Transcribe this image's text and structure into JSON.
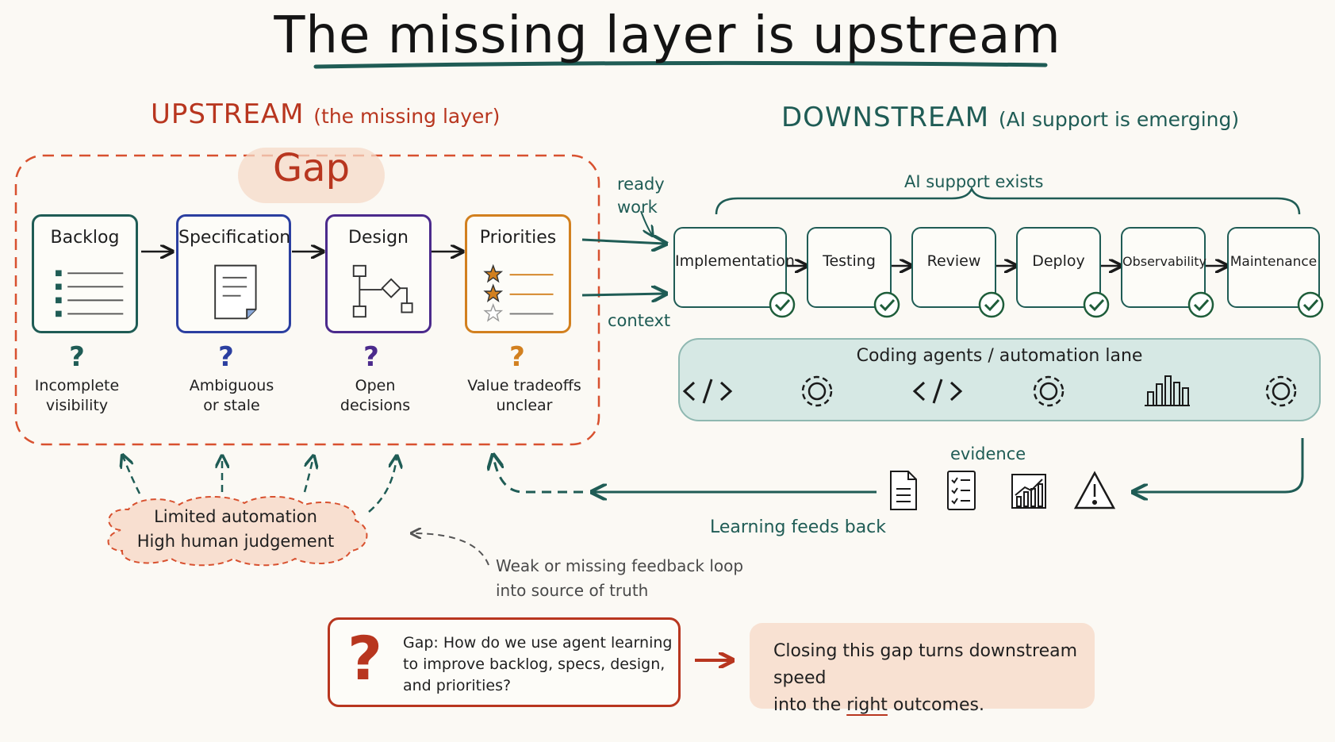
{
  "title": "The missing layer is upstream",
  "upstream": {
    "heading": "UPSTREAM",
    "subheading": "(the missing layer)",
    "gap_label": "Gap",
    "stages": [
      {
        "label": "Backlog",
        "color": "#1f5c55",
        "question": "?",
        "concern": [
          "Incomplete",
          "visibility"
        ]
      },
      {
        "label": "Specification",
        "color": "#2b3fa0",
        "question": "?",
        "concern": [
          "Ambiguous",
          "or stale"
        ]
      },
      {
        "label": "Design",
        "color": "#4b2a8c",
        "question": "?",
        "concern": [
          "Open",
          "decisions"
        ]
      },
      {
        "label": "Priorities",
        "color": "#d2801f",
        "question": "?",
        "concern": [
          "Value tradeoffs",
          "unclear"
        ]
      }
    ],
    "cloud_lines": [
      "Limited automation",
      "High human judgement"
    ]
  },
  "handoff": {
    "ready_work": [
      "ready",
      "work"
    ],
    "context": "context"
  },
  "downstream": {
    "heading": "DOWNSTREAM",
    "subheading": "(AI support is emerging)",
    "brace_label": "AI support exists",
    "stages": [
      "Implementation",
      "Testing",
      "Review",
      "Deploy",
      "Observability",
      "Maintenance"
    ],
    "lane_title": "Coding agents / automation lane",
    "lane_icons": [
      "code-icon",
      "gear-icon",
      "code-icon",
      "gear-icon",
      "bar-chart-icon",
      "gear-icon"
    ],
    "evidence_label": "evidence",
    "evidence_icons": [
      "document-icon",
      "checklist-icon",
      "trend-chart-icon",
      "warning-icon"
    ],
    "learning_label": "Learning feeds back"
  },
  "feedback_note": [
    "Weak or missing feedback loop",
    "into source of truth"
  ],
  "gap_question": {
    "mark": "?",
    "lines": [
      "Gap: How do we use agent learning",
      "to improve backlog, specs, design,",
      "and priorities?"
    ]
  },
  "closing": {
    "line1": "Closing this gap turns downstream speed",
    "line2_before": "into the ",
    "line2_emph": "right",
    "line2_after": " outcomes."
  },
  "colors": {
    "accent_red": "#b8361f",
    "teal": "#1f5c55",
    "blue": "#2b3fa0",
    "purple": "#4b2a8c",
    "orange": "#d2801f",
    "lane_fill": "#d6e8e4",
    "peach": "#f8dfd0"
  }
}
